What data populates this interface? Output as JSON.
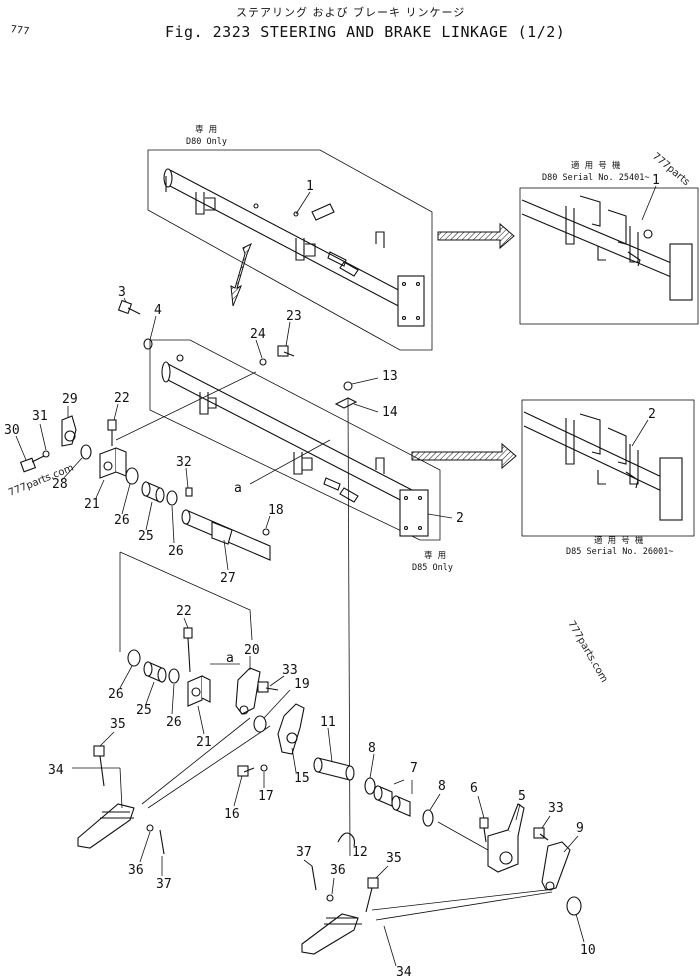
{
  "header": {
    "title_jp": "ステアリング および ブレーキ リンケージ",
    "title_en": "Fig. 2323 STEERING AND BRAKE LINKAGE (1/2)"
  },
  "watermarks": {
    "top_left": "777",
    "top_right": "777parts",
    "mid_right": "777parts.com",
    "left": "777parts.com"
  },
  "notes": {
    "d80_only_jp": "専 用",
    "d80_only": "D80 Only",
    "d85_only_jp": "専 用",
    "d85_only": "D85 Only",
    "d80_serial_jp": "適 用 号 機",
    "d80_serial": "D80 Serial No. 25401~",
    "d85_serial_jp": "適 用 号 機",
    "d85_serial": "D85 Serial No. 26001~"
  },
  "callouts": {
    "c1": "1",
    "c1b": "1",
    "c2": "2",
    "c2b": "2",
    "c3": "3",
    "c4": "4",
    "c5": "5",
    "c6": "6",
    "c7": "7",
    "c8a": "8",
    "c8b": "8",
    "c9": "9",
    "c10": "10",
    "c11": "11",
    "c12": "12",
    "c13": "13",
    "c14": "14",
    "c15": "15",
    "c16": "16",
    "c17": "17",
    "c18": "18",
    "c19": "19",
    "c20": "20",
    "c21a": "21",
    "c21b": "21",
    "c22a": "22",
    "c22b": "22",
    "c23": "23",
    "c24": "24",
    "c25a": "25",
    "c25b": "25",
    "c26a": "26",
    "c26b": "26",
    "c26c": "26",
    "c26d": "26",
    "c27": "27",
    "c28": "28",
    "c29": "29",
    "c30": "30",
    "c31": "31",
    "c32": "32",
    "c33a": "33",
    "c33b": "33",
    "c34a": "34",
    "c34b": "34",
    "c35a": "35",
    "c35b": "35",
    "c36a": "36",
    "c36b": "36",
    "c37a": "37",
    "c37b": "37",
    "ref_a1": "a",
    "ref_a2": "a"
  }
}
